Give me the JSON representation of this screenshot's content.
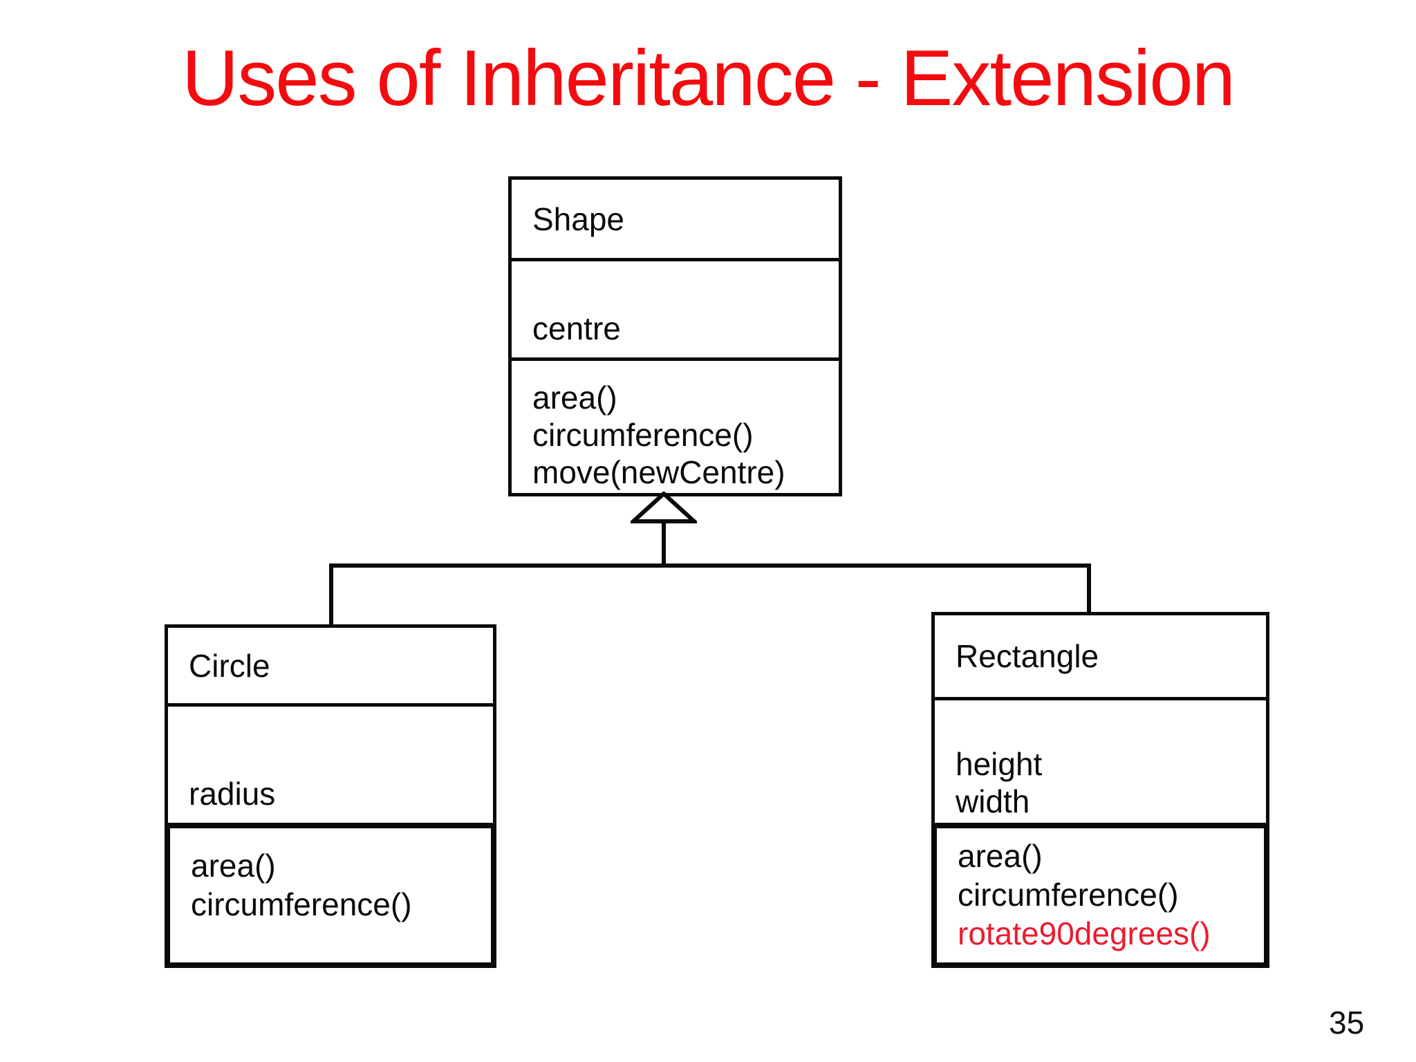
{
  "title": "Uses of Inheritance - Extension",
  "page_number": "35",
  "colors": {
    "title_red": "#f30b0f",
    "highlight_red": "#ec1b2e"
  },
  "diagram": {
    "shape": {
      "name": "Shape",
      "attributes": [
        "centre"
      ],
      "methods": [
        "area()",
        "circumference()",
        "move(newCentre)"
      ]
    },
    "circle": {
      "name": "Circle",
      "attributes": [
        "radius"
      ],
      "methods": [
        "area()",
        "circumference()"
      ]
    },
    "rectangle": {
      "name": "Rectangle",
      "attributes": [
        "height",
        "width"
      ],
      "methods": [
        "area()",
        "circumference()",
        "rotate90degrees()"
      ],
      "highlighted_method": "rotate90degrees()"
    },
    "relationships": [
      {
        "type": "inheritance",
        "from": "Circle",
        "to": "Shape"
      },
      {
        "type": "inheritance",
        "from": "Rectangle",
        "to": "Shape"
      }
    ]
  }
}
